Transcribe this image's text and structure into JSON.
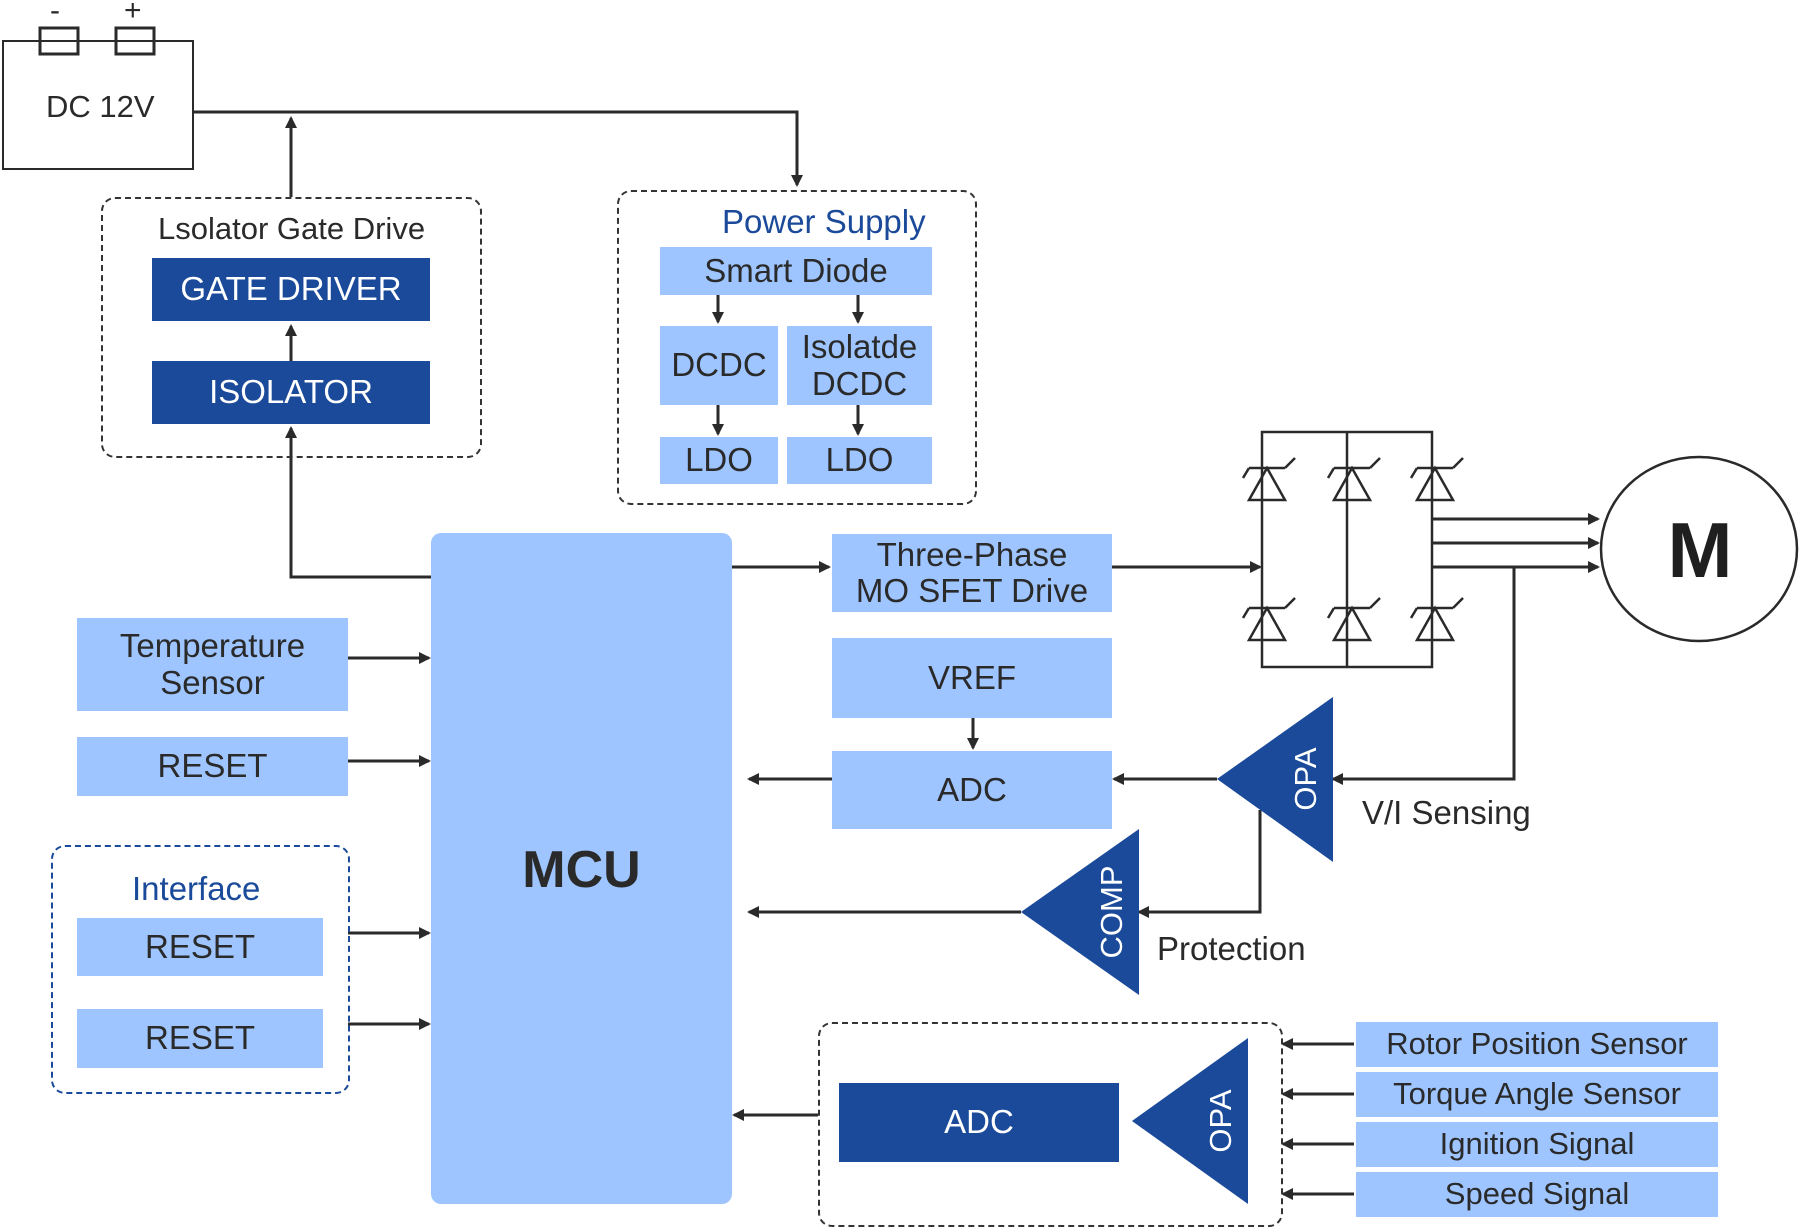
{
  "battery": {
    "label": "DC 12V",
    "minus": "-",
    "plus": "+"
  },
  "isolator_group": {
    "title": "Lsolator Gate Drive",
    "gate_driver": "GATE DRIVER",
    "isolator": "ISOLATOR"
  },
  "power_supply": {
    "title": "Power Supply",
    "smart_diode": "Smart Diode",
    "dcdc": "DCDC",
    "isolated_dcdc": "Isolatde\nDCDC",
    "ldo_left": "LDO",
    "ldo_right": "LDO"
  },
  "mcu": {
    "label": "MCU"
  },
  "left_inputs": {
    "temperature_sensor": "Temperature\nSensor",
    "reset": "RESET"
  },
  "interface": {
    "title": "Interface",
    "reset_1": "RESET",
    "reset_2": "RESET"
  },
  "drive": {
    "three_phase": "Three-Phase\nMO SFET Drive",
    "vref": "VREF",
    "adc": "ADC"
  },
  "analog": {
    "opa": "OPA",
    "comp": "COMP",
    "vi_sensing": "V/I Sensing",
    "protection": "Protection"
  },
  "motor": {
    "label": "M"
  },
  "sensor_block": {
    "adc": "ADC",
    "opa": "OPA"
  },
  "sensor_signals": [
    "Rotor Position Sensor",
    "Torque Angle Sensor",
    "Ignition Signal",
    "Speed Signal"
  ],
  "colors": {
    "light_block": "#9ec5ff",
    "dark_block": "#1a4a99",
    "line": "#2a2a2a",
    "title_blue": "#1a4a99"
  }
}
